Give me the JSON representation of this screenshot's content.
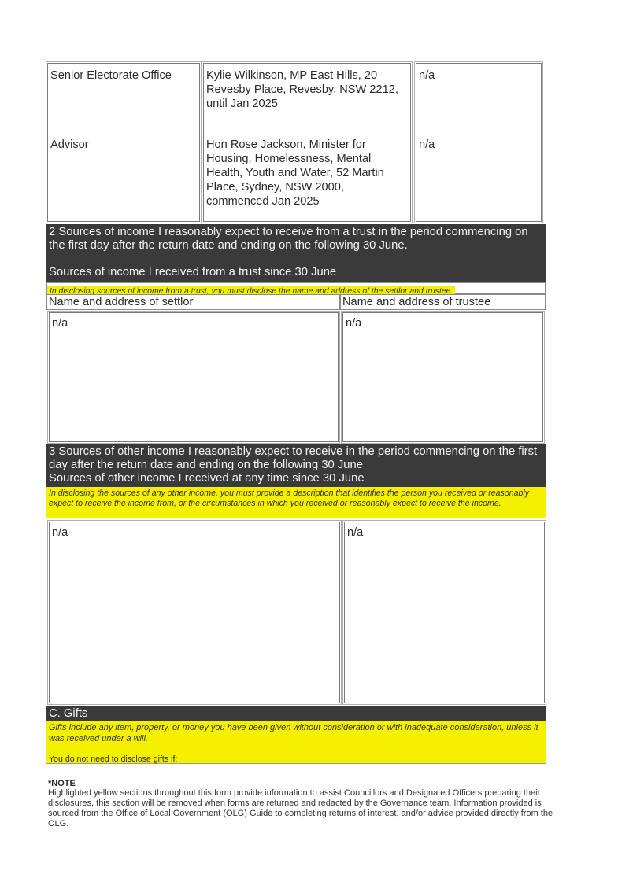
{
  "employment_table": {
    "rows": [
      {
        "position": "Senior Electorate Office",
        "employer": "Kylie Wilkinson, MP East Hills, 20 Revesby Place, Revesby, NSW 2212, until Jan 2025",
        "other": "n/a"
      },
      {
        "position": "Advisor",
        "employer": "Hon Rose Jackson, Minister for Housing, Homelessness, Mental Health, Youth and Water, 52 Martin Place, Sydney, NSW 2000, commenced Jan 2025",
        "other": "n/a"
      }
    ]
  },
  "section2": {
    "heading_line1": "2 Sources of income I reasonably expect to receive from a trust in the period commencing on the first day after the return date and ending on the following 30 June.",
    "heading_line2": "Sources of income I received from a trust since 30 June",
    "guidance": "In disclosing sources of income from a trust, you must disclose the name and address of the settlor and trustee.",
    "columns": [
      "Name and address of settlor",
      "Name and address of trustee"
    ],
    "values": [
      "n/a",
      "n/a"
    ]
  },
  "section3": {
    "heading_line1": "3 Sources of other income I reasonably expect to receive in the period commencing on the first day after the return date and ending on the following 30 June",
    "heading_line2": "Sources of other income I received at any time since 30 June",
    "guidance": "In disclosing the sources of any other income, you must provide a description that identifies the person you received or reasonably expect to receive the income from, or the circumstances in which you received or reasonably expect to receive the income.",
    "values": [
      "n/a",
      "n/a"
    ]
  },
  "gifts": {
    "heading": "C. Gifts",
    "guidance": "Gifts include any item, property, or money you have been given without consideration or with inadequate consideration, unless it was received under a will.",
    "exemptions_intro": "You do not need to disclose gifts if:"
  },
  "note": {
    "title": "*NOTE",
    "body": "Highlighted yellow sections throughout this form provide information to assist Councillors and Designated Officers preparing their disclosures, this section will be removed when forms are returned and redacted by the Governance team. Information provided is sourced from the Office of Local Government (OLG) Guide to completing returns of interest, and/or advice provided directly from the OLG."
  },
  "colors": {
    "header_dark": "#3a3a3a",
    "highlight_yellow": "#f4f000"
  }
}
